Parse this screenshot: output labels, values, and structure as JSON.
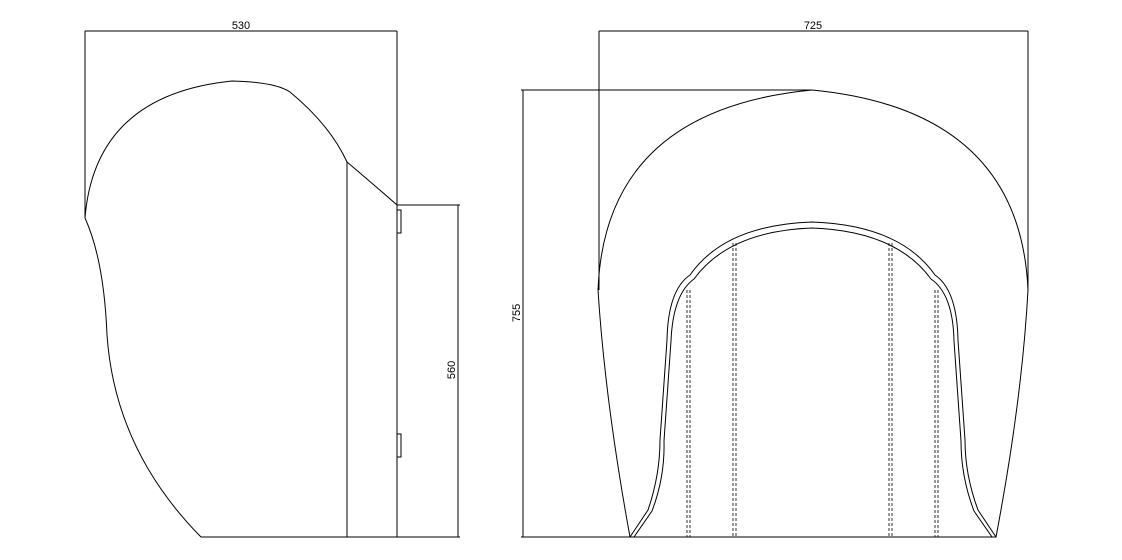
{
  "dimensions": {
    "side_width": "530",
    "side_height": "560",
    "front_width": "725",
    "front_height": "755"
  }
}
